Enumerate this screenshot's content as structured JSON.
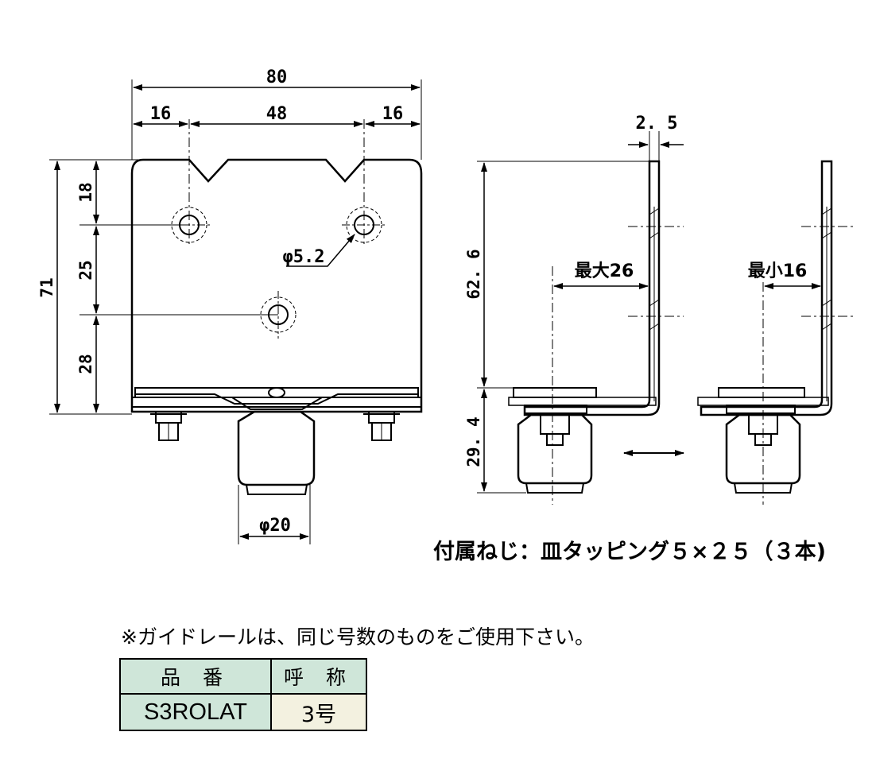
{
  "front_view": {
    "overall_width": "80",
    "side_left": "16",
    "center_span": "48",
    "side_right": "16",
    "height_total": "71",
    "height_top": "18",
    "height_mid": "25",
    "height_bottom": "28",
    "hole_dia": "φ5.2",
    "roller_dia": "φ20"
  },
  "side_view": {
    "thickness": "2. 5",
    "upper_height": "62. 6",
    "lower_height": "29. 4",
    "max_label": "最大26",
    "min_label": "最小16"
  },
  "caption": "付属ねじ：皿タッピング５×２５（３本)",
  "note": "※ガイドレールは、同じ号数のものをご使用下さい。",
  "table": {
    "headers": [
      "品 番",
      "呼 称"
    ],
    "row": [
      "S3ROLAT",
      "3号"
    ]
  }
}
